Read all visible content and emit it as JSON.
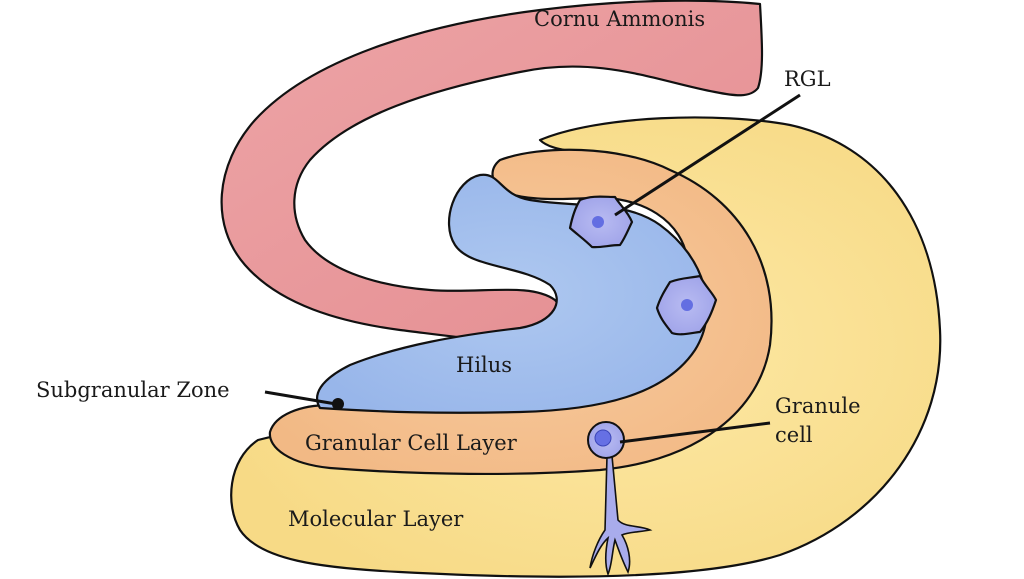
{
  "title": "Dentate gyrus of the hippocampus",
  "labels": {
    "cornu_ammonis": "Cornu Ammonis",
    "rgl": "RGL",
    "hilus": "Hilus",
    "subgranular_zone": "Subgranular Zone",
    "granular_cell_layer": "Granular Cell Layer",
    "granule_cell_line1": "Granule",
    "granule_cell_line2": "cell",
    "molecular_layer": "Molecular Layer"
  },
  "colors": {
    "cornu_ammonis": "#e8969a",
    "molecular_layer": "#fbe39a",
    "granular_cell_layer": "#f5c193",
    "hilus": "#a6c1ee",
    "cell_body": "#a9acec",
    "cell_nucleus": "#5a66e0",
    "outline": "#111111"
  }
}
